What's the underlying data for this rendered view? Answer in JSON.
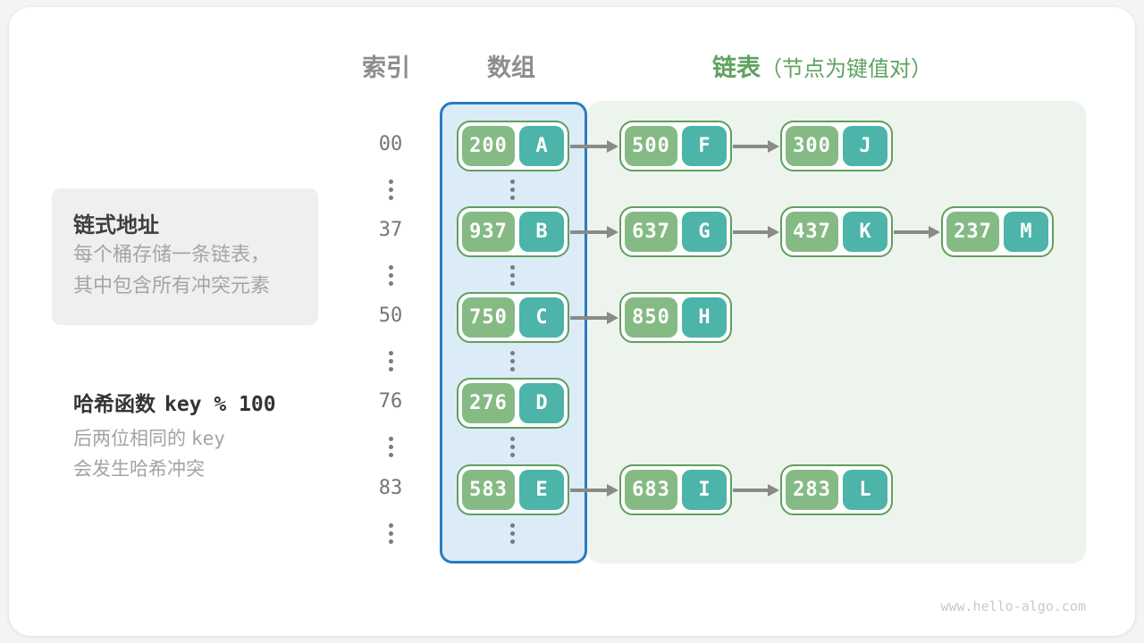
{
  "headers": {
    "index": "索引",
    "array": "数组",
    "list_bold": "链表",
    "list_note": "（节点为键值对）"
  },
  "info_card": {
    "title": "链式地址",
    "line1": "每个桶存储一条链表，",
    "line2": "其中包含所有冲突元素"
  },
  "hash_note": {
    "label": "哈希函数",
    "code": "key % 100",
    "line1_text": "后两位相同的",
    "line1_code": "key",
    "line2": "会发生哈希冲突"
  },
  "diagram": {
    "rows": [
      {
        "index": "00",
        "nodes": [
          {
            "key": "200",
            "value": "A"
          },
          {
            "key": "500",
            "value": "F"
          },
          {
            "key": "300",
            "value": "J"
          }
        ]
      },
      {
        "index": "37",
        "nodes": [
          {
            "key": "937",
            "value": "B"
          },
          {
            "key": "637",
            "value": "G"
          },
          {
            "key": "437",
            "value": "K"
          },
          {
            "key": "237",
            "value": "M"
          }
        ]
      },
      {
        "index": "50",
        "nodes": [
          {
            "key": "750",
            "value": "C"
          },
          {
            "key": "850",
            "value": "H"
          }
        ]
      },
      {
        "index": "76",
        "nodes": [
          {
            "key": "276",
            "value": "D"
          }
        ]
      },
      {
        "index": "83",
        "nodes": [
          {
            "key": "583",
            "value": "E"
          },
          {
            "key": "683",
            "value": "I"
          },
          {
            "key": "283",
            "value": "L"
          }
        ]
      }
    ],
    "ellipsis_symbol": "⋮"
  },
  "colors": {
    "accent_green": "#5fa25f",
    "node_key_green": "#85ba84",
    "node_value_teal": "#4cb4a8",
    "node_border_green": "#5ea05e",
    "array_border_blue": "#2a7cc1",
    "array_fill_blue": "#dcebf8",
    "list_panel_green": "#edf4ed",
    "arrow_gray": "#8a8a8a"
  },
  "footer": {
    "watermark": "www.hello-algo.com"
  }
}
